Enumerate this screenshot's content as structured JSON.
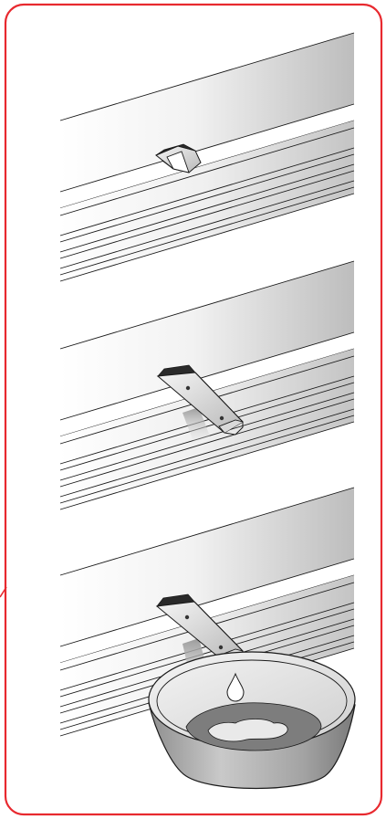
{
  "frame": {
    "border_color": "#e8292f"
  },
  "panels": [
    {
      "id": "panel-1",
      "state": "drain-plug-folded"
    },
    {
      "id": "panel-2",
      "state": "drain-plug-extended"
    },
    {
      "id": "panel-3",
      "state": "drain-plug-extended-draining-into-bowl"
    }
  ],
  "colors": {
    "stroke": "#1a1a1a",
    "bowl_water": "#7d7d7d",
    "bowl_body": "#a6a6a6",
    "water_highlight": "#e9e9e9"
  }
}
